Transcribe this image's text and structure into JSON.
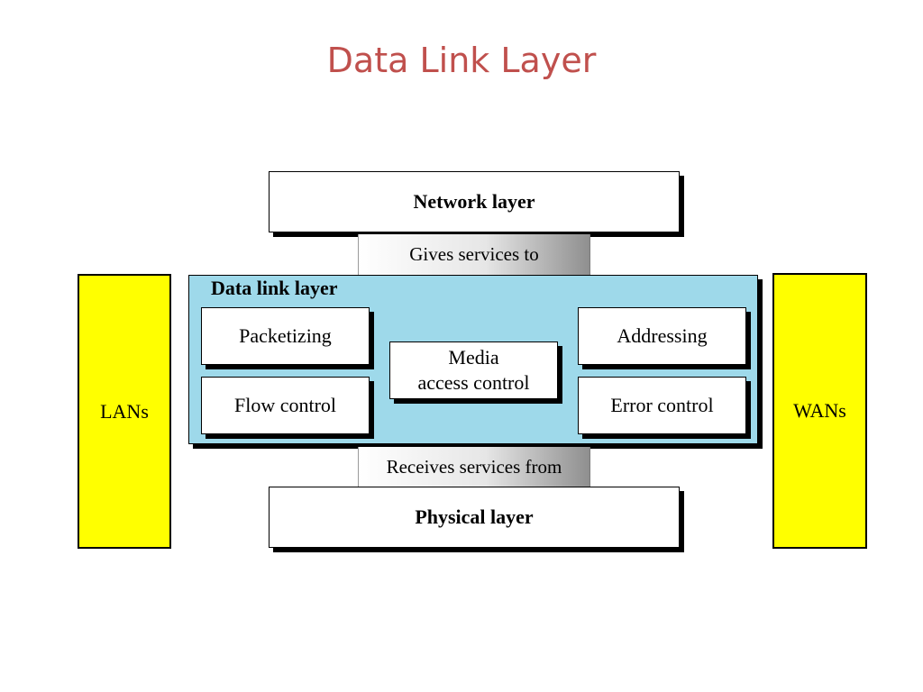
{
  "title": "Data Link Layer",
  "diagram": {
    "network_layer": "Network layer",
    "gives_services": "Gives services to",
    "data_link_layer": "Data link layer",
    "packetizing": "Packetizing",
    "flow_control": "Flow control",
    "media_access_line1": "Media",
    "media_access_line2": "access control",
    "addressing": "Addressing",
    "error_control": "Error control",
    "receives_services": "Receives services from",
    "physical_layer": "Physical layer",
    "lans": "LANs",
    "wans": "WANs"
  },
  "colors": {
    "title": "#c0504d",
    "data_link_fill": "#9ed9ea",
    "side_fill": "#ffff00"
  }
}
